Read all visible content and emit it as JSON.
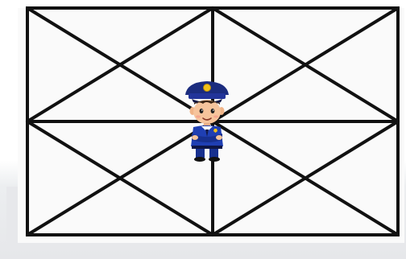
{
  "board": {
    "line_color": "#111111",
    "background_color": "#ffffff",
    "shadow_color": "#e9eaec",
    "columns": 2,
    "rows": 2
  },
  "pieces": [
    {
      "id": "police",
      "kind": "police-officer-icon",
      "node": "center"
    }
  ],
  "colors": {
    "police_uniform": "#1f3fb3",
    "police_cap": "#1b2c7e",
    "badge": "#f2c21a",
    "skin": "#f6c49c"
  }
}
